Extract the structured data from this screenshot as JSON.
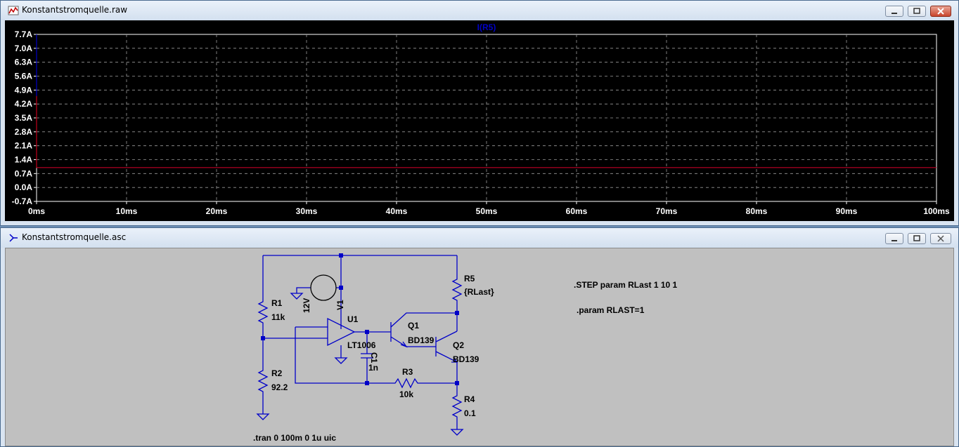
{
  "waveform_window": {
    "title": "Konstantstromquelle.raw",
    "trace_label": "I(R5)",
    "trace_color": "#0000c8",
    "grid_color": "#9a9a9a",
    "axis_text_color": "#ffffff"
  },
  "schematic_window": {
    "title": "Konstantstromquelle.asc",
    "wire_color": "#0000c8",
    "components": {
      "r1": {
        "name": "R1",
        "value": "11k"
      },
      "r2": {
        "name": "R2",
        "value": "92.2"
      },
      "r3": {
        "name": "R3",
        "value": "10k"
      },
      "r4": {
        "name": "R4",
        "value": "0.1"
      },
      "r5": {
        "name": "R5",
        "value": "{RLast}"
      },
      "v1": {
        "name": "V1",
        "value": "12V"
      },
      "u1": {
        "name": "U1",
        "value": "LT1006"
      },
      "c1": {
        "name": "C1",
        "value": "1n"
      },
      "q1": {
        "name": "Q1",
        "value": "BD139"
      },
      "q2": {
        "name": "Q2",
        "value": "BD139"
      }
    },
    "directives": {
      "step": ".STEP param RLast 1 10 1",
      "param": ".param RLAST=1",
      "tran": ".tran 0 100m 0 1u uic"
    }
  },
  "chart_data": {
    "type": "line",
    "title": "I(R5)",
    "x_ticks": [
      "0ms",
      "10ms",
      "20ms",
      "30ms",
      "40ms",
      "50ms",
      "60ms",
      "70ms",
      "80ms",
      "90ms",
      "100ms"
    ],
    "y_ticks": [
      "7.7A",
      "7.0A",
      "6.3A",
      "5.6A",
      "4.9A",
      "4.2A",
      "3.5A",
      "2.8A",
      "2.1A",
      "1.4A",
      "0.7A",
      "0.0A",
      "-0.7A"
    ],
    "xlim": [
      0,
      100
    ],
    "ylim": [
      -0.7,
      7.7
    ],
    "grid": true,
    "series": [
      {
        "name": "I(R5)",
        "color": "#0000c8",
        "x": [
          0,
          0,
          100
        ],
        "y": [
          7.7,
          1.0,
          1.0
        ]
      },
      {
        "name": "I(R5)",
        "color": "#c00000",
        "x": [
          0,
          0,
          100
        ],
        "y": [
          4.6,
          1.0,
          1.0
        ]
      }
    ]
  }
}
